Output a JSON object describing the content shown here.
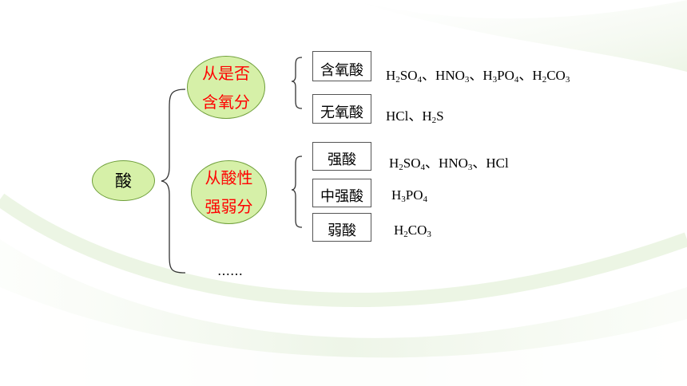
{
  "root": {
    "label": "酸"
  },
  "categories": [
    {
      "line1": "从是否",
      "line2": "含氧分",
      "items": [
        {
          "box": "含氧酸",
          "formula": "H₂SO₄、HNO₃、H₃PO₄、H₂CO₃"
        },
        {
          "box": "无氧酸",
          "formula": "HCl、H₂S"
        }
      ]
    },
    {
      "line1": "从酸性",
      "line2": "强弱分",
      "items": [
        {
          "box": "强酸",
          "formula": "H₂SO₄、HNO₃、HCl"
        },
        {
          "box": "中强酸",
          "formula": "H₃PO₄"
        },
        {
          "box": "弱酸",
          "formula": "H₂CO₃"
        }
      ]
    }
  ],
  "more": "……",
  "colors": {
    "ellipse_fill": "#d6f0a8",
    "ellipse_border": "#6f9f3a",
    "category_text": "#ff0000"
  }
}
